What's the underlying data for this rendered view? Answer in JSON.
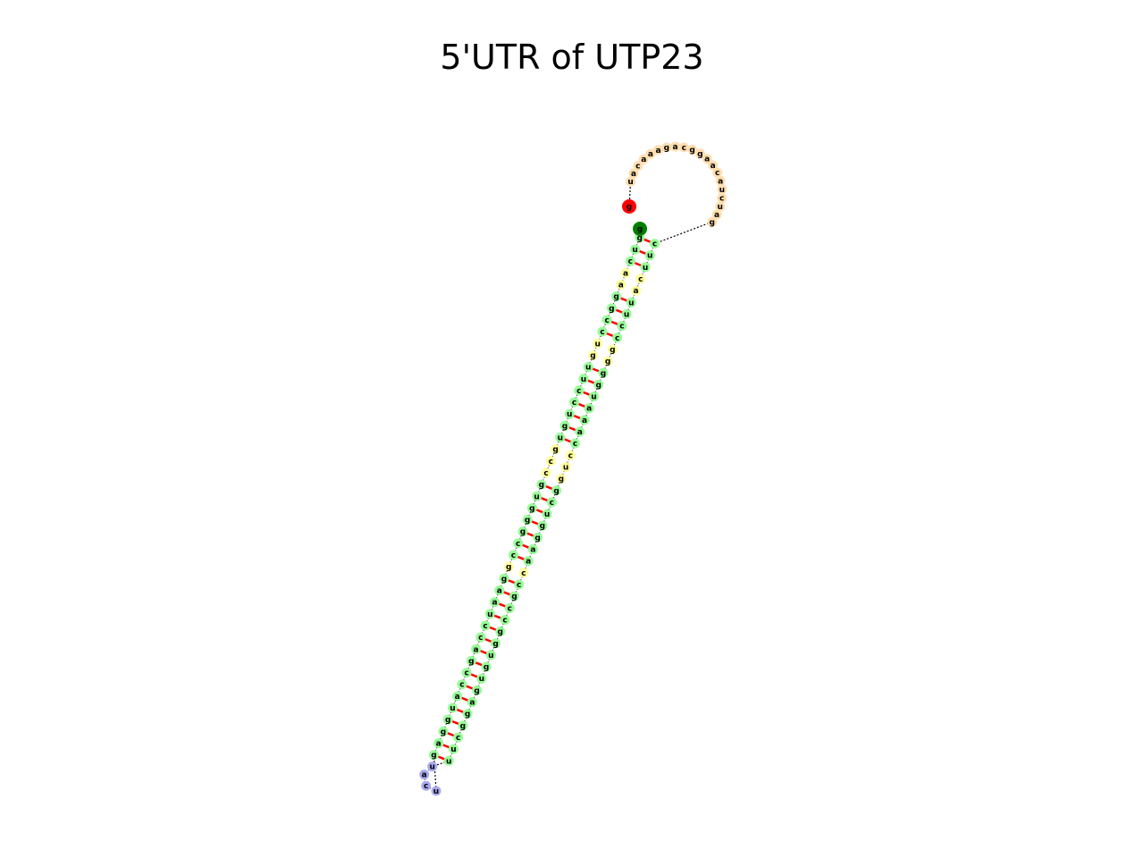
{
  "title": "5'UTR of UTP23",
  "colors": {
    "start_marker": "#ff0000",
    "end_marker": "#008000",
    "stem": "#98fb98",
    "interior_loop": "#ffff9e",
    "hairpin_loop": "#aaaaee",
    "exterior_loop": "#ffdeb0",
    "pair_bond": "#ff0000",
    "backbone": "#000000"
  },
  "structure": {
    "five_prime_unpaired": [
      "g",
      "u",
      "a",
      "c",
      "a",
      "a",
      "a",
      "g",
      "a",
      "c",
      "g",
      "g",
      "a",
      "a",
      "c",
      "a",
      "u",
      "c",
      "u",
      "a",
      "g"
    ],
    "helix_5p_side": [
      "c",
      "u",
      "u",
      "c",
      "a",
      "u",
      "u",
      "c",
      "c",
      "g",
      "g",
      "g",
      "g",
      "u",
      "a",
      "a",
      "a",
      "c",
      "c",
      "u",
      "g",
      "g",
      "c",
      "u",
      "g",
      "g",
      "a",
      "a",
      "c",
      "c",
      "g",
      "c",
      "c",
      "g",
      "g",
      "u",
      "g",
      "u",
      "g",
      "a",
      "g",
      "g",
      "c",
      "u",
      "u"
    ],
    "helix_3p_side": [
      "g",
      "a",
      "g",
      "g",
      "u",
      "a",
      "c",
      "c",
      "g",
      "a",
      "c",
      "c",
      "u",
      "a",
      "a",
      "g",
      "g",
      "c",
      "c",
      "g",
      "g",
      "g",
      "u",
      "g",
      "c",
      "c",
      "g",
      "u",
      "g",
      "u",
      "c",
      "c",
      "u",
      "u",
      "g",
      "u",
      "c",
      "c",
      "g",
      "g",
      "a",
      "a",
      "c",
      "u",
      "g"
    ],
    "hairpin_loop": [
      "u",
      "a",
      "c",
      "u"
    ],
    "end_base": "g"
  }
}
